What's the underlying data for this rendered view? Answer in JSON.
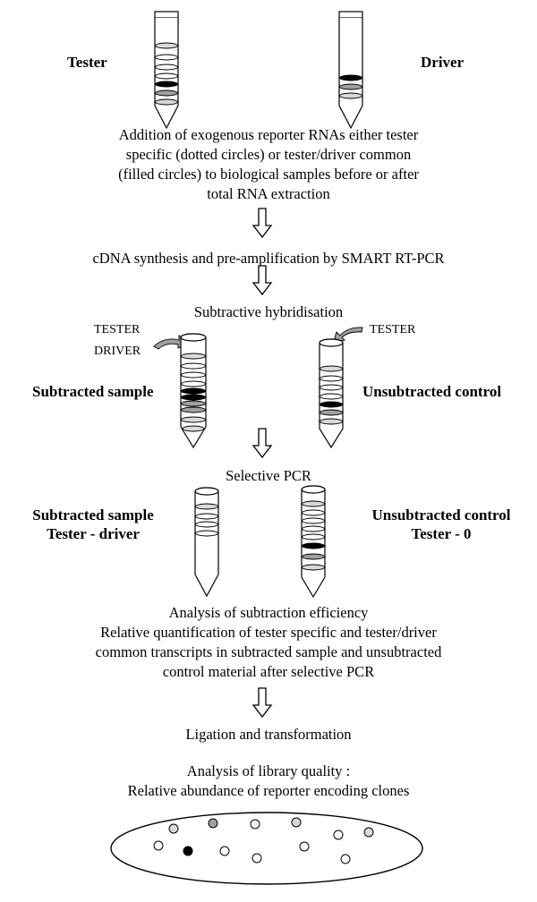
{
  "labels": {
    "tester": "Tester",
    "driver": "Driver",
    "step1_lines": [
      "Addition of exogenous reporter RNAs either tester",
      "specific (dotted circles) or tester/driver common",
      "(filled circles) to biological samples before or after",
      "total RNA extraction"
    ],
    "step2": "cDNA synthesis and pre-amplification by SMART RT-PCR",
    "step3": "Subtractive hybridisation",
    "tester_caps_left": "TESTER",
    "driver_caps": "DRIVER",
    "tester_caps_right": "TESTER",
    "subtracted_sample": "Subtracted sample",
    "unsubtracted_control": "Unsubtracted control",
    "step4": "Selective PCR",
    "subtracted_sample_2": "Subtracted sample",
    "tester_minus_driver": "Tester - driver",
    "unsubtracted_control_2": "Unsubtracted control",
    "tester_minus_0": "Tester - 0",
    "step5_lines": [
      "Analysis of subtraction efficiency",
      "Relative quantification of tester specific and tester/driver",
      "common transcripts in subtracted sample and unsubtracted",
      "control material after selective PCR"
    ],
    "step6": "Ligation and transformation",
    "step7_lines": [
      "Analysis of library quality :",
      "Relative abundance of reporter encoding clones"
    ]
  },
  "colors": {
    "band_white": "#ffffff",
    "band_light": "#d9d9d9",
    "band_mid": "#a0a0a0",
    "band_dark": "#000000"
  }
}
